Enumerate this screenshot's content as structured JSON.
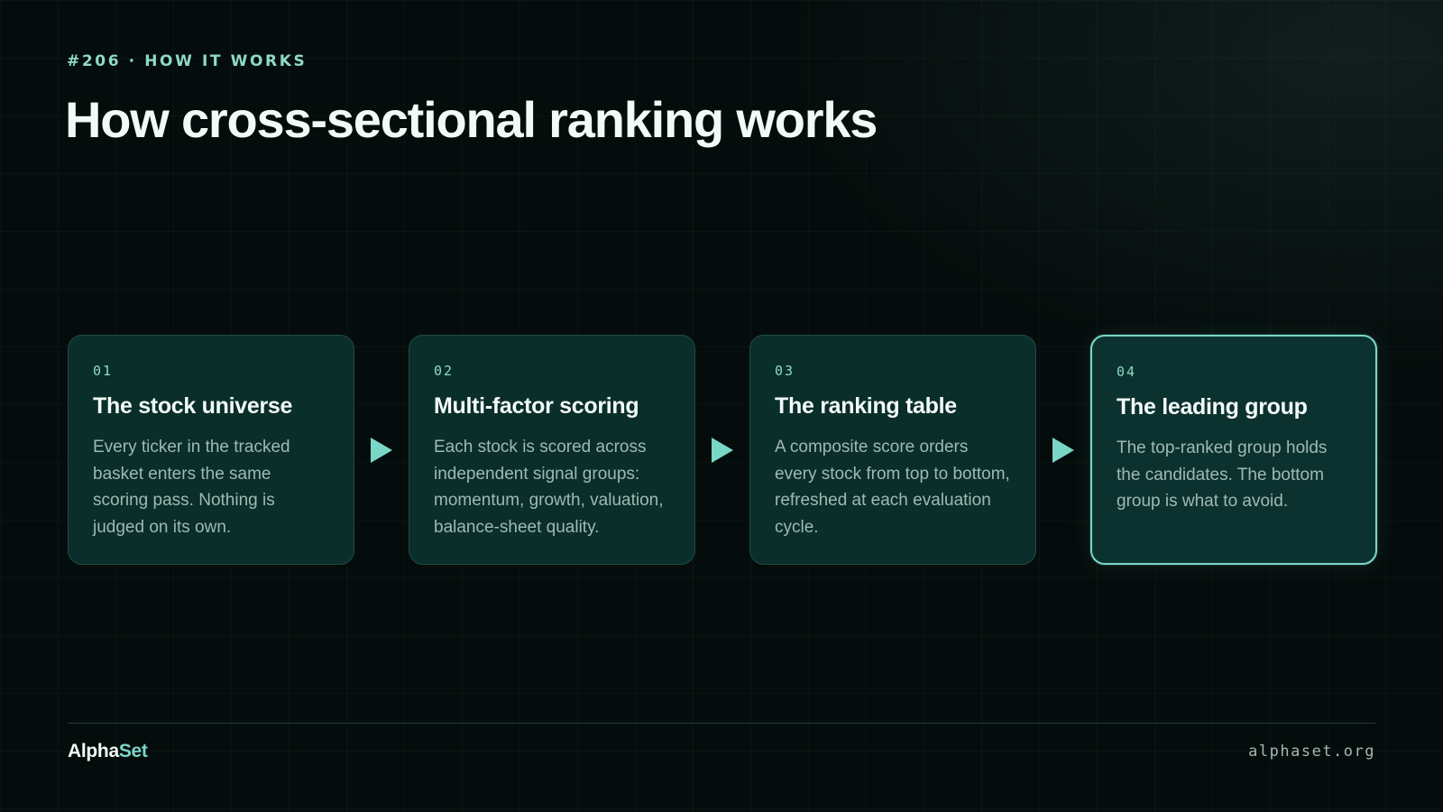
{
  "header": {
    "eyebrow": "#206 · HOW IT WORKS",
    "title": "How cross-sectional ranking works"
  },
  "steps": [
    {
      "number": "01",
      "title": "The stock universe",
      "description": "Every ticker in the tracked basket enters the same scoring pass. Nothing is judged on its own."
    },
    {
      "number": "02",
      "title": "Multi-factor scoring",
      "description": "Each stock is scored across independent signal groups: momentum, growth, valuation, balance-sheet quality."
    },
    {
      "number": "03",
      "title": "The ranking table",
      "description": "A composite score orders every stock from top to bottom, refreshed at each evaluation cycle."
    },
    {
      "number": "04",
      "title": "The leading group",
      "description": "The top-ranked group holds the candidates. The bottom group is what to avoid."
    }
  ],
  "footer": {
    "brand_part1": "Alpha",
    "brand_part2": "Set",
    "url": "alphaset.org"
  },
  "colors": {
    "accent": "#7ad6c6",
    "background": "#050d0c",
    "card": "#0a2e2a"
  },
  "icons": {
    "connector": "play-arrow-icon"
  }
}
